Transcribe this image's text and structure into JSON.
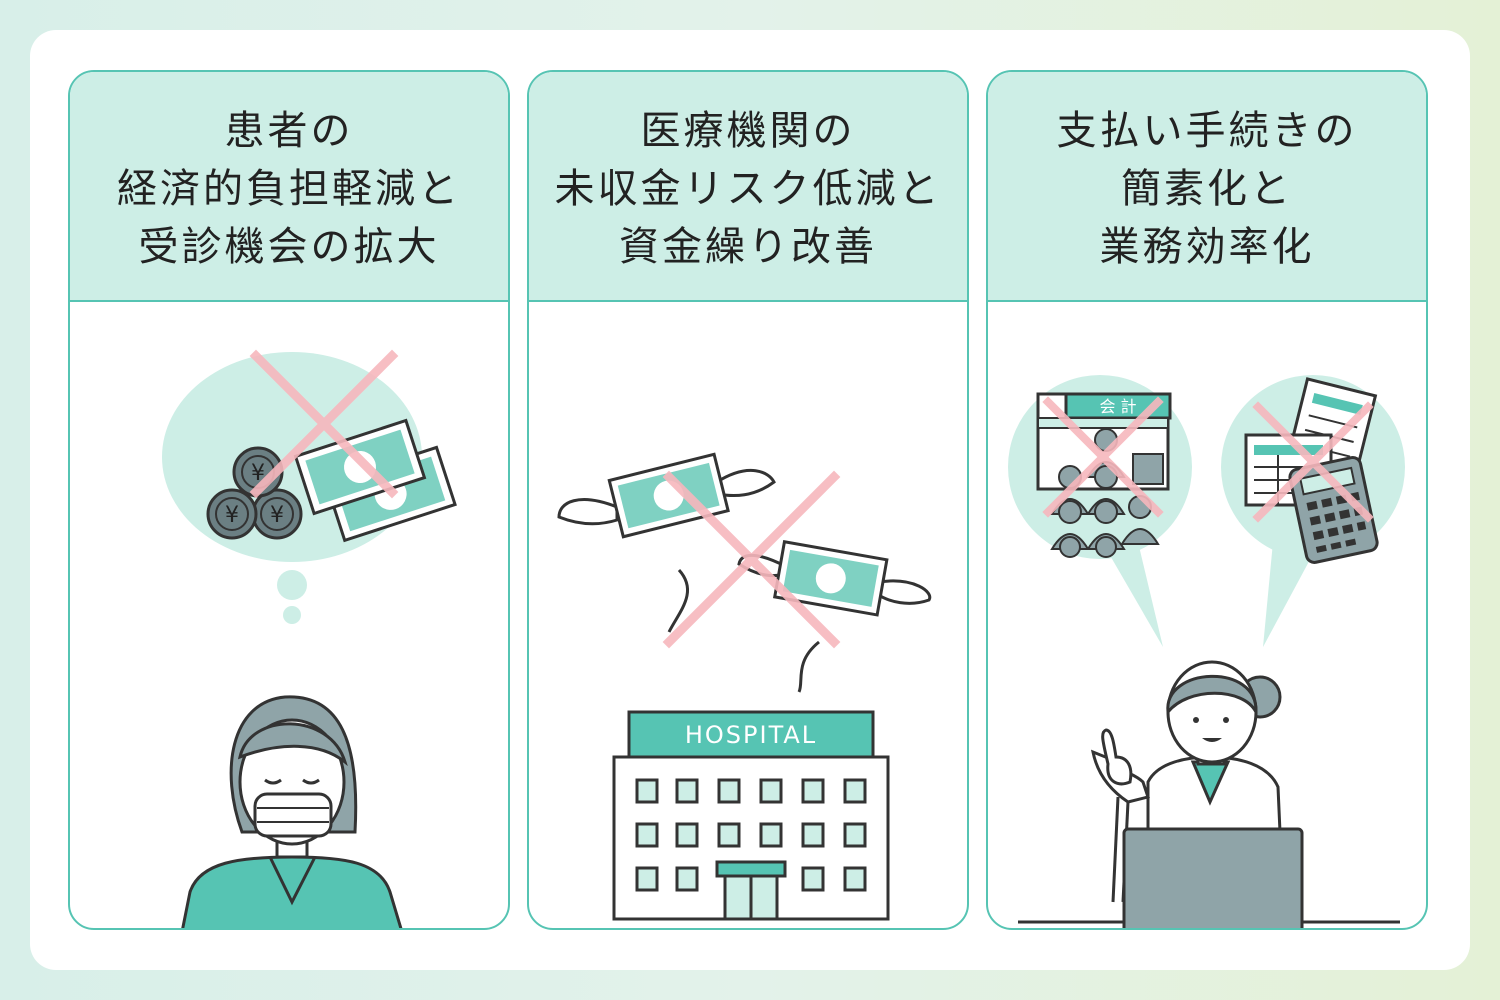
{
  "colors": {
    "teal": "#56c4b3",
    "mint": "#cdeee6",
    "gray": "#8fa4a8",
    "cross": "#f7b7bd"
  },
  "cards": [
    {
      "lines": [
        "患者の",
        "経済的負担軽減と",
        "受診機会の拡大"
      ]
    },
    {
      "lines": [
        "医療機関の",
        "未収金リスク低減と",
        "資金繰り改善"
      ]
    },
    {
      "lines": [
        "支払い手続きの",
        "簡素化と",
        "業務効率化"
      ]
    }
  ],
  "coin_symbol": "¥",
  "hospital_sign": "HOSPITAL",
  "counter_sign": "会 計"
}
